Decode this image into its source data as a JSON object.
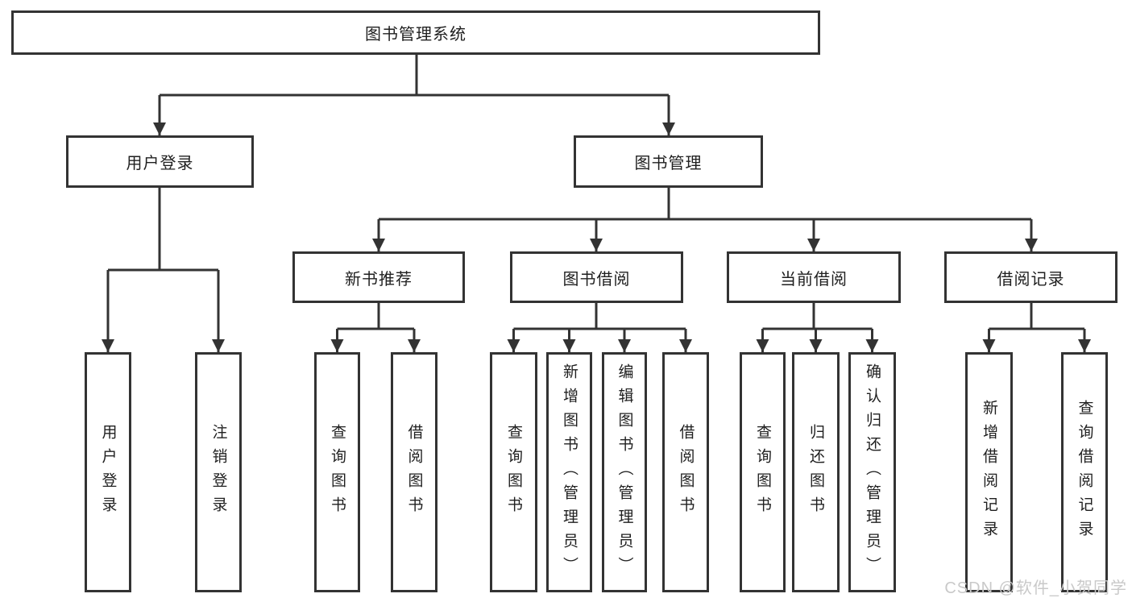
{
  "tree": {
    "root": "图书管理系统",
    "level2": [
      {
        "label": "用户登录",
        "children": [
          "用户登录",
          "注销登录"
        ]
      },
      {
        "label": "图书管理"
      }
    ],
    "level3": [
      {
        "label": "新书推荐",
        "children": [
          "查询图书",
          "借阅图书"
        ]
      },
      {
        "label": "图书借阅",
        "children": [
          "查询图书",
          "新增图书（管理员）",
          "编辑图书（管理员）",
          "借阅图书"
        ]
      },
      {
        "label": "当前借阅",
        "children": [
          "查询图书",
          "归还图书",
          "确认归还（管理员）"
        ]
      },
      {
        "label": "借阅记录",
        "children": [
          "新增借阅记录",
          "查询借阅记录"
        ]
      }
    ]
  },
  "watermark": "CSDN @软件_小贺同学",
  "colors": {
    "line": "#333333",
    "box_border": "#333333",
    "text": "#1f1f1f",
    "watermark": "#c9c9c9",
    "background": "#ffffff"
  }
}
